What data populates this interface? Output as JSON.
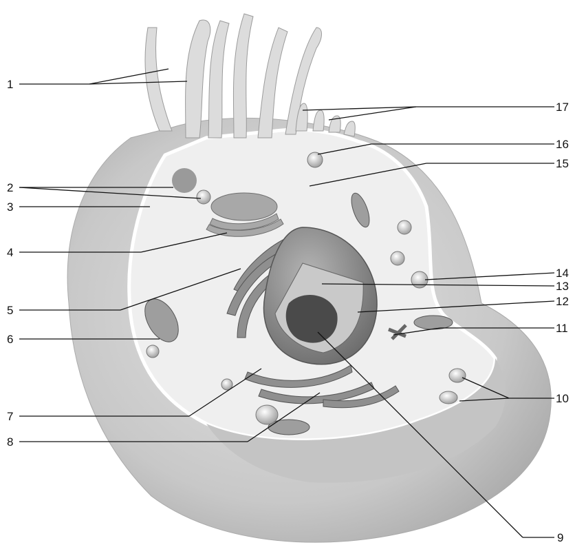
{
  "figure": {
    "subject": "animal cell cutaway illustration",
    "labels": [
      {
        "id": "1",
        "text": "1"
      },
      {
        "id": "2",
        "text": "2"
      },
      {
        "id": "3",
        "text": "3"
      },
      {
        "id": "4",
        "text": "4"
      },
      {
        "id": "5",
        "text": "5"
      },
      {
        "id": "6",
        "text": "6"
      },
      {
        "id": "7",
        "text": "7"
      },
      {
        "id": "8",
        "text": "8"
      },
      {
        "id": "9",
        "text": "9"
      },
      {
        "id": "10",
        "text": "10"
      },
      {
        "id": "11",
        "text": "11"
      },
      {
        "id": "12",
        "text": "12"
      },
      {
        "id": "13",
        "text": "13"
      },
      {
        "id": "14",
        "text": "14"
      },
      {
        "id": "15",
        "text": "15"
      },
      {
        "id": "16",
        "text": "16"
      },
      {
        "id": "17",
        "text": "17"
      }
    ]
  },
  "colors": {
    "outer_cell": "#c9c9c9",
    "cytoplasm": "#efefef",
    "membrane": "#f8f8f8",
    "organelle": "#9b9b9b",
    "nucleus": "#8a8a8a",
    "nucleolus": "#4a4a4a",
    "line": "#111111"
  }
}
